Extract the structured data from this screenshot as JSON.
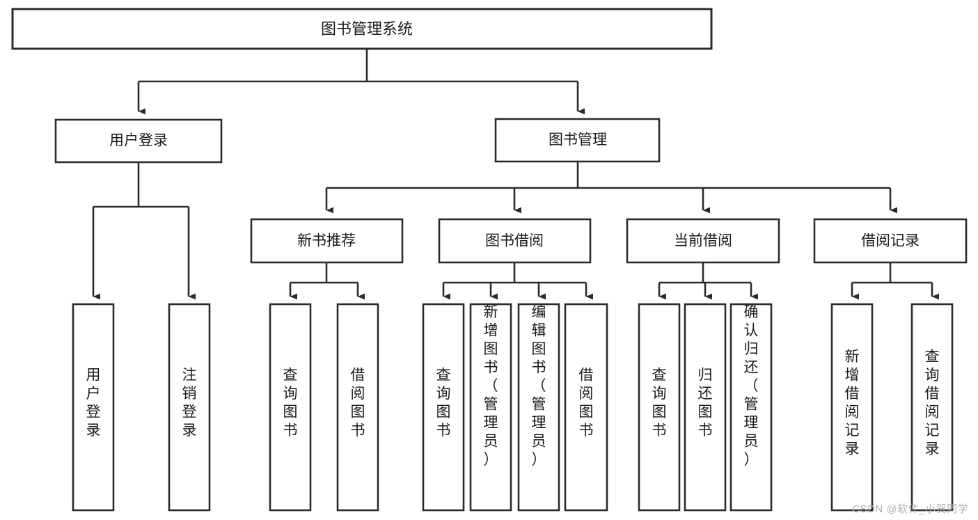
{
  "diagram": {
    "type": "tree-hierarchy",
    "title": "图书管理系统",
    "orientation": "top-down",
    "colors": {
      "stroke": "#2b2b2b",
      "fill": "#ffffff",
      "text": "#1a1a1a",
      "watermark": "#b0b0b0"
    },
    "root": {
      "label": "图书管理系统"
    },
    "level2": [
      {
        "label": "用户登录"
      },
      {
        "label": "图书管理"
      }
    ],
    "level3": [
      {
        "label": "新书推荐"
      },
      {
        "label": "图书借阅"
      },
      {
        "label": "当前借阅"
      },
      {
        "label": "借阅记录"
      }
    ],
    "leaves": {
      "user_login": [
        {
          "label": "用户登录"
        },
        {
          "label": "注销登录"
        }
      ],
      "new_book_recommend": [
        {
          "label": "查询图书"
        },
        {
          "label": "借阅图书"
        }
      ],
      "book_borrow": [
        {
          "label": "查询图书"
        },
        {
          "label": "新增图书（管理员）"
        },
        {
          "label": "编辑图书（管理员）"
        },
        {
          "label": "借阅图书"
        }
      ],
      "current_borrow": [
        {
          "label": "查询图书"
        },
        {
          "label": "归还图书"
        },
        {
          "label": "确认归还（管理员）"
        }
      ],
      "borrow_record": [
        {
          "label": "新增借阅记录"
        },
        {
          "label": "查询借阅记录"
        }
      ]
    }
  },
  "watermark": {
    "text": "CSDN @软件_小贺同学"
  }
}
